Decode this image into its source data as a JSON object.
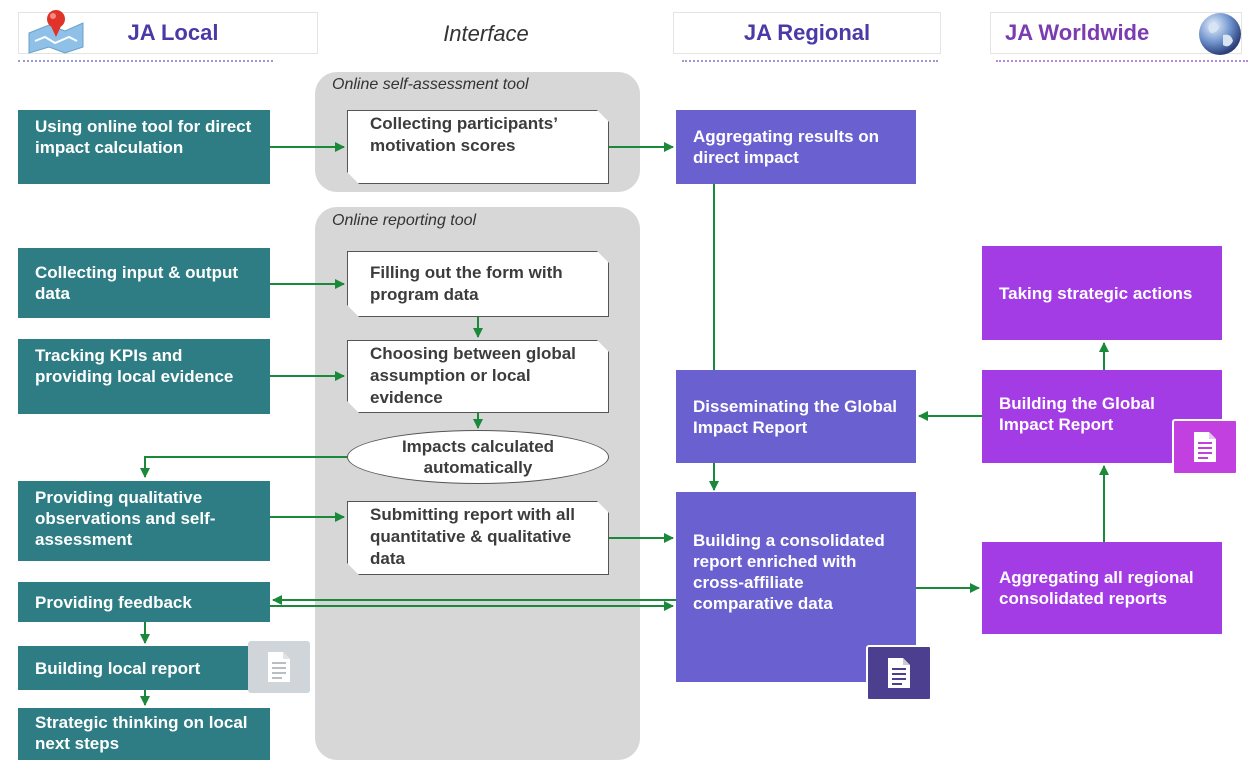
{
  "headers": {
    "local": "JA Local",
    "interface": "Interface",
    "regional": "JA Regional",
    "worldwide": "JA Worldwide"
  },
  "panels": {
    "self_assessment": "Online self-assessment tool",
    "reporting": "Online reporting tool"
  },
  "local": {
    "online_tool": "Using online tool for direct impact calculation",
    "collecting_io": "Collecting input & output data",
    "tracking_kpis": "Tracking KPIs and providing local evidence",
    "qualitative": "Providing qualitative observations  and self-assessment",
    "feedback": "Providing feedback",
    "local_report": "Building local report",
    "strategic_thinking": "Strategic thinking on local next steps"
  },
  "interface": {
    "motivation": "Collecting participants’ motivation scores",
    "filling_form": "Filling out the form with program data",
    "choosing": "Choosing between global assumption or local evidence",
    "impacts": "Impacts calculated automatically",
    "submitting": "Submitting report with all quantitative & qualitative data"
  },
  "regional": {
    "aggregating": "Aggregating results on direct impact",
    "disseminating": "Disseminating the Global Impact Report",
    "consolidated": "Building a consolidated report enriched with cross-affiliate comparative data"
  },
  "worldwide": {
    "strategic_actions": "Taking strategic actions",
    "global_report": "Building the Global Impact Report",
    "aggregating_all": "Aggregating all regional consolidated reports"
  },
  "colors": {
    "teal": "#2e7d84",
    "slate": "#6a60cf",
    "violet": "#a43ce6",
    "arrow": "#1a8a3a",
    "panel": "#d7d7d7"
  },
  "icons": [
    "map-pin-icon",
    "globe-icon",
    "document-icon"
  ]
}
